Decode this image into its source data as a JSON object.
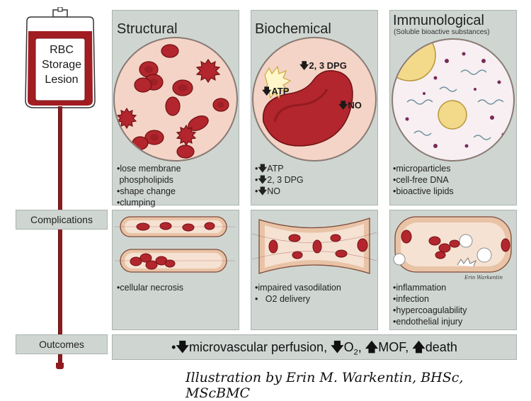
{
  "bag": {
    "label_lines": [
      "RBC",
      "Storage",
      "Lesion"
    ]
  },
  "columns": [
    {
      "title": "Structural",
      "subtitle": "",
      "bullets": [
        "lose membrane",
        "phospholipids",
        "shape change",
        "clumping"
      ],
      "complication_bullets": [
        "cellular necrosis"
      ]
    },
    {
      "title": "Biochemical",
      "subtitle": "",
      "circle_labels": {
        "atp": "ATP",
        "dpg": "2, 3 DPG",
        "no": "NO"
      },
      "bullets": [
        "ATP",
        "2, 3 DPG",
        "NO"
      ],
      "complication_bullets": [
        "impaired vasodilation",
        "O2 delivery"
      ]
    },
    {
      "title": "Immunological",
      "subtitle": "(Soluble bioactive substances)",
      "bullets": [
        "microparticles",
        "cell-free DNA",
        "bioactive lipids"
      ],
      "complication_bullets": [
        "inflammation",
        "infection",
        "hypercoagulability",
        "endothelial injury"
      ]
    }
  ],
  "rows": {
    "complications": "Complications",
    "outcomes": "Outcomes"
  },
  "outcomes": {
    "p1": "microvascular perfusion, ",
    "o2": "O",
    "o2_sub": "2",
    "p2": ", ",
    "mof": "MOF, ",
    "death": "death"
  },
  "signature": "Erin Warkentin",
  "credit": "Illustration by Erin M. Warkentin, BHSc, MScBMC",
  "colors": {
    "rbc": "#b3262d",
    "rbc_dark": "#7e1418",
    "panel": "#cfd6d2",
    "bag_red": "#a11d22",
    "vessel": "#e9c3a6"
  }
}
